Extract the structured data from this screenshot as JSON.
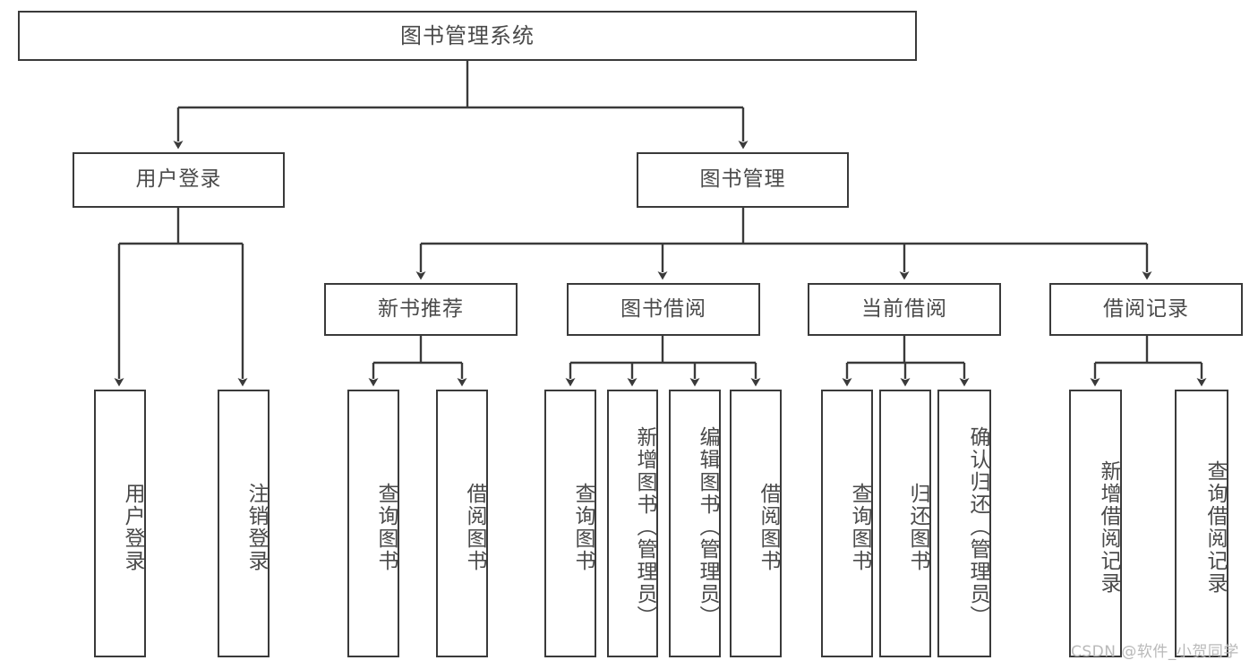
{
  "diagram": {
    "type": "hierarchy-tree",
    "title": "图书管理系统",
    "root": {
      "label": "图书管理系统"
    },
    "level2": [
      {
        "label": "用户登录"
      },
      {
        "label": "图书管理"
      }
    ],
    "level3": [
      {
        "label": "新书推荐"
      },
      {
        "label": "图书借阅"
      },
      {
        "label": "当前借阅"
      },
      {
        "label": "借阅记录"
      }
    ],
    "leaves": {
      "user_login": [
        {
          "label": "用户登录"
        },
        {
          "label": "注销登录"
        }
      ],
      "new_book_recommend": [
        {
          "label": "查询图书"
        },
        {
          "label": "借阅图书"
        }
      ],
      "book_borrow": [
        {
          "label": "查询图书"
        },
        {
          "label": "新增图书（管理员）"
        },
        {
          "label": "编辑图书（管理员）"
        },
        {
          "label": "借阅图书"
        }
      ],
      "current_borrow": [
        {
          "label": "查询图书"
        },
        {
          "label": "归还图书"
        },
        {
          "label": "确认归还（管理员）"
        }
      ],
      "borrow_record": [
        {
          "label": "新增借阅记录"
        },
        {
          "label": "查询借阅记录"
        }
      ]
    },
    "colors": {
      "border": "#3a3a3a",
      "text": "#4a4a4a",
      "background": "#ffffff",
      "watermark": "#b9b9b9"
    }
  },
  "watermark": {
    "text": "CSDN @软件_小贺同学"
  }
}
